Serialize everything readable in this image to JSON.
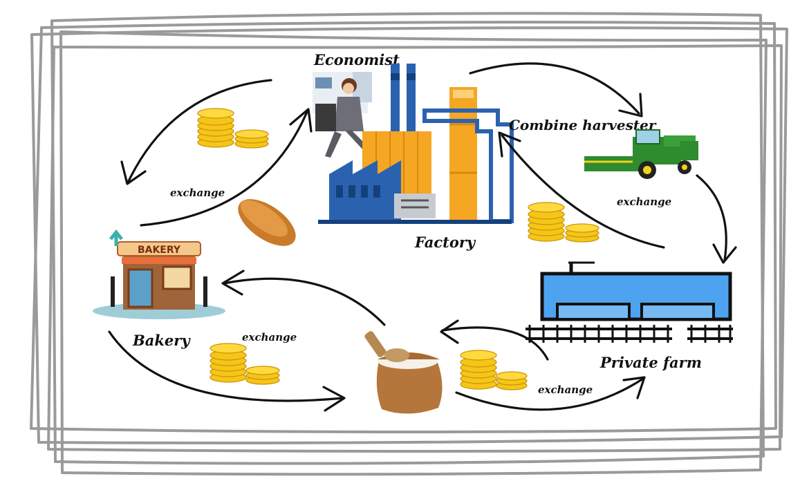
{
  "labels": {
    "economist": "Economist",
    "combine_harvester": "Combine harvester",
    "factory": "Factory",
    "bakery": "Bakery",
    "private_farm": "Private farm",
    "bakery_sign": "BAKERY",
    "exchange_1": "exchange",
    "exchange_2": "exchange",
    "exchange_3": "exchange",
    "exchange_4": "exchange"
  },
  "colors": {
    "frame": "#9a9a9a",
    "arrow": "#111111",
    "coin": "#f5c518",
    "factory_blue": "#2b62b0",
    "factory_orange": "#f5a623",
    "farm_blue": "#4da3f0",
    "combine_green": "#2e8b2e"
  }
}
